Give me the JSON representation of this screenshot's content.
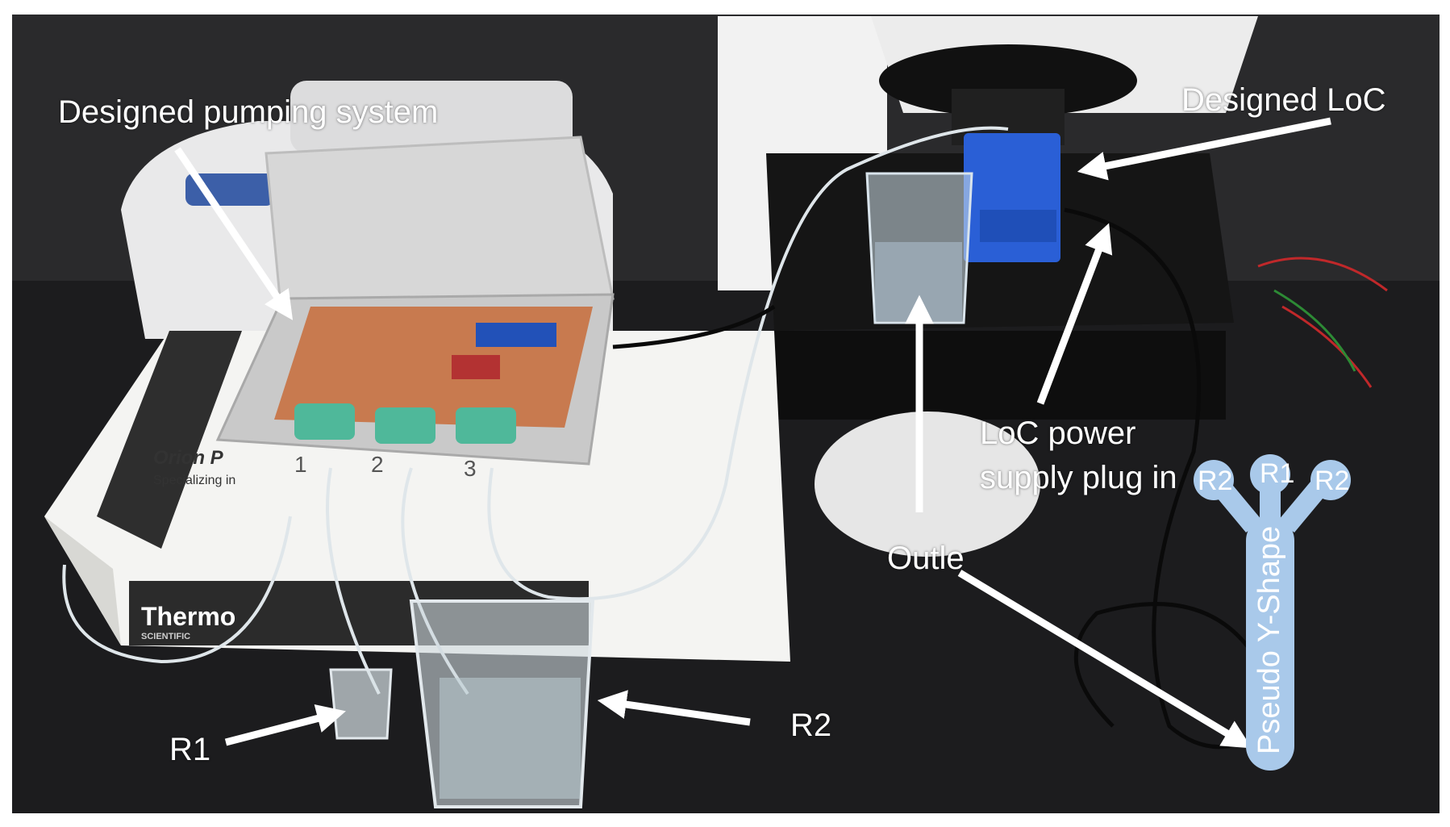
{
  "annotations": {
    "pumping_system": "Designed pumping system",
    "designed_loc": "Designed LoC",
    "loc_power_line1": "LoC power",
    "loc_power_line2": "supply plug in",
    "outlet": "Outle",
    "r1": "R1",
    "r2": "R2"
  },
  "y_shape": {
    "title": "Pseudo Y-Shape",
    "inlet_left": "R2",
    "inlet_center": "R1",
    "inlet_right": "R2",
    "color": "#a9c9ea"
  },
  "pump_channels": [
    "1",
    "2",
    "3"
  ],
  "box_print": {
    "brand": "Thermo",
    "brand_sub": "SCIENTIFIC",
    "product": "Orion P",
    "tagline": "Specializing in"
  },
  "colors": {
    "bench": "#1c1c1e",
    "pcb": "#c87a4f",
    "loc_holder": "#2a5fd6",
    "arrow": "#ffffff"
  }
}
